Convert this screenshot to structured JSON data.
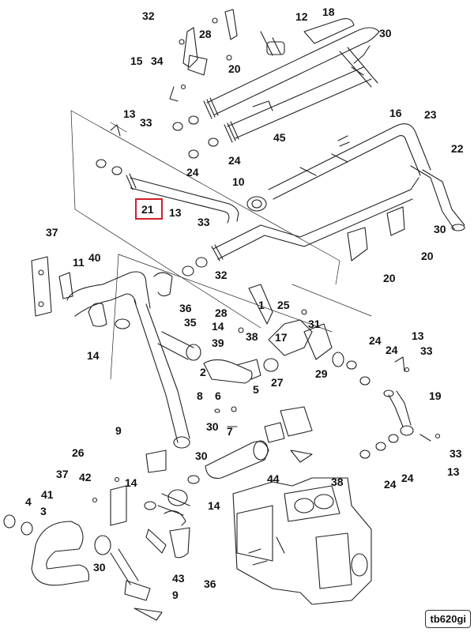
{
  "diagram": {
    "highlighted_callout": "21",
    "highlight_color": "#d0202a",
    "line_color": "#222222",
    "tag": "tb620gi",
    "callouts": [
      "32",
      "28",
      "12",
      "18",
      "30",
      "20",
      "15",
      "34",
      "13",
      "33",
      "16",
      "23",
      "22",
      "45",
      "24",
      "24",
      "10",
      "21",
      "13",
      "33",
      "30",
      "20",
      "20",
      "37",
      "11",
      "40",
      "32",
      "36",
      "28",
      "25",
      "1",
      "35",
      "14",
      "39",
      "38",
      "17",
      "31",
      "14",
      "2",
      "24",
      "24",
      "13",
      "33",
      "27",
      "29",
      "8",
      "6",
      "5",
      "19",
      "9",
      "30",
      "7",
      "26",
      "30",
      "37",
      "42",
      "14",
      "44",
      "38",
      "4",
      "41",
      "3",
      "14",
      "30",
      "43",
      "36",
      "9",
      "24",
      "24",
      "33",
      "13"
    ]
  }
}
